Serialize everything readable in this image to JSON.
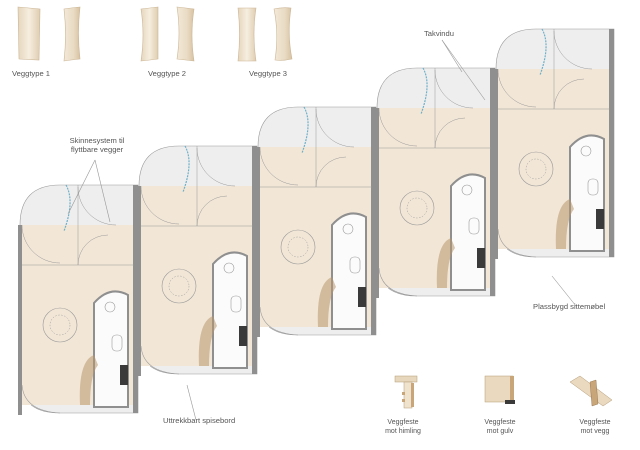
{
  "wall_types": [
    {
      "label": "Veggtype 1"
    },
    {
      "label": "Veggtype 2"
    },
    {
      "label": "Veggtype 3"
    }
  ],
  "annotations": {
    "skylight": "Takvindu",
    "rail_line1": "Skinnesystem til",
    "rail_line2": "flyttbare vegger",
    "builtin_seating": "Plassbygd sittemøbel",
    "extendable_table": "Uttrekkbart spisebord"
  },
  "mounting_details": [
    {
      "line1": "Veggfeste",
      "line2": "mot himling"
    },
    {
      "line1": "Veggfeste",
      "line2": "mot gulv"
    },
    {
      "line1": "Veggfeste",
      "line2": "mot vegg"
    }
  ],
  "units_count": 5,
  "colors": {
    "floor": "#f2e6d6",
    "floor_grey": "#eeeeee",
    "wall": "#8f8f8f",
    "panel_light": "#f3ead8",
    "panel_shade": "#e3d3b9",
    "wood_dark": "#b8976f",
    "line": "#9a9a9a",
    "text": "#555555"
  },
  "icons": [
    "wall-panel-flat",
    "wall-panel-curved",
    "wall-panel-s-curve",
    "ceiling-mount-detail",
    "floor-mount-detail",
    "wall-mount-detail"
  ]
}
